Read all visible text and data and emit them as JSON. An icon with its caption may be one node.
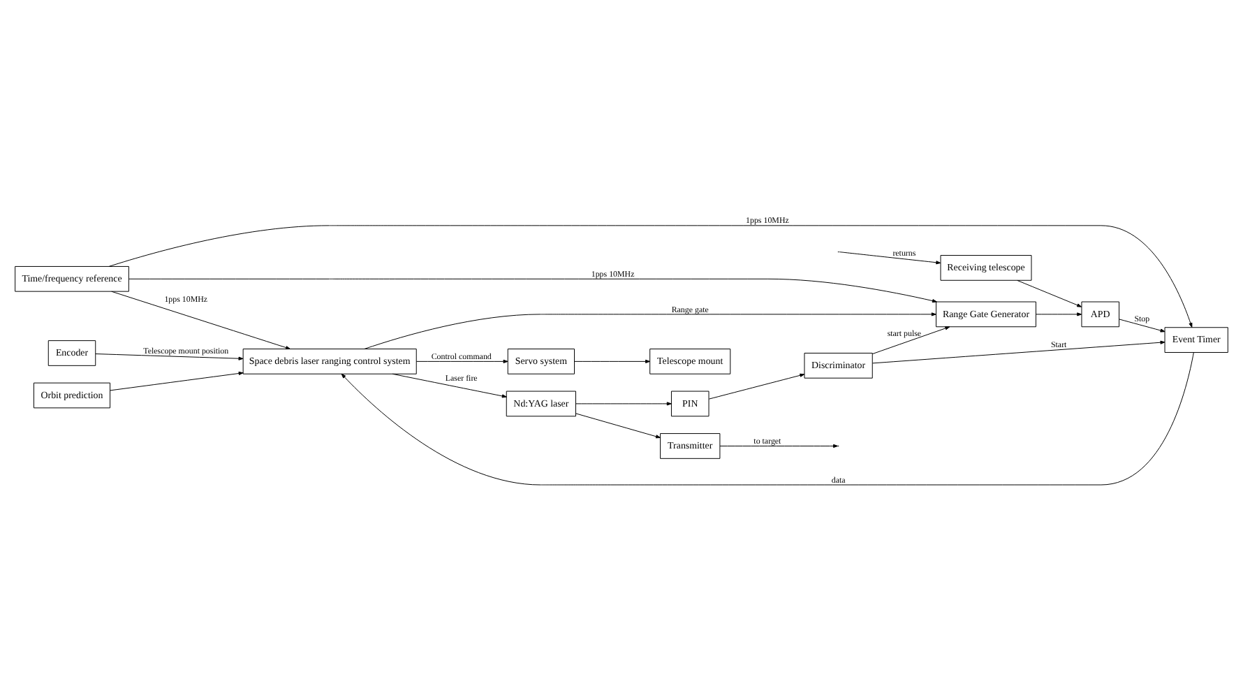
{
  "diagram": {
    "nodes": [
      {
        "text": [
          "Orbit prediction"
        ]
      },
      {
        "text": [
          "Space debris laser ranging control system"
        ]
      },
      {
        "text": [
          "Servo system"
        ]
      },
      {
        "text": [
          "Telescope mount"
        ]
      },
      {
        "text": [
          "Encoder"
        ]
      },
      {
        "text": [
          "Nd:YAG laser"
        ]
      },
      {
        "text": [
          "Transmitter"
        ]
      },
      {
        "text": [
          "PIN"
        ]
      },
      {
        "text": [
          "Discriminator"
        ]
      },
      {
        "text": [
          "Event Timer"
        ]
      },
      {
        "text": [
          "APD"
        ]
      },
      {
        "text": [
          "Receiving telescope"
        ]
      },
      {
        "text": [
          "Time/frequency reference"
        ]
      },
      {
        "text": [
          "Range Gate Generator"
        ]
      }
    ],
    "edges": [
      {
        "from": 0,
        "to": 1,
        "arrow": "to"
      },
      {
        "from": 1,
        "to": 2,
        "arrow": "to",
        "label": "Control command"
      },
      {
        "from": 2,
        "to": 3,
        "arrow": "to"
      },
      {
        "from": 4,
        "to": 1,
        "arrow": "to",
        "label": "Telescope mount position"
      },
      {
        "from": 1,
        "to": 5,
        "arrow": "to",
        "label": "Laser fire"
      },
      {
        "from": 5,
        "to": 6,
        "arrow": "to"
      },
      {
        "from": 5,
        "to": 7,
        "arrow": "to"
      },
      {
        "from": 6,
        "to": null,
        "arrow": "to",
        "label": "to target"
      },
      {
        "from": 7,
        "to": 8,
        "arrow": "to"
      },
      {
        "from": 8,
        "to": 9,
        "arrow": "to",
        "label": "Start"
      },
      {
        "from": 10,
        "to": 9,
        "arrow": "to",
        "label": "Stop"
      },
      {
        "from": 8,
        "to": 13,
        "arrow": "to",
        "label": "start pulse"
      },
      {
        "from": null,
        "to": 11,
        "arrow": "to",
        "label": "returns"
      },
      {
        "from": 11,
        "to": 10,
        "arrow": "to"
      },
      {
        "from": 9,
        "to": 1,
        "arrow": "to",
        "label": "data"
      },
      {
        "from": 12,
        "to": 9,
        "arrow": "to",
        "label": "1pps 10MHz"
      },
      {
        "from": 12,
        "to": 1,
        "arrow": "to",
        "label": "1pps 10MHz"
      },
      {
        "from": 12,
        "to": 13,
        "arrow": "to",
        "label": "1pps 10MHz"
      },
      {
        "from": 13,
        "to": 10,
        "arrow": "to"
      },
      {
        "from": 1,
        "to": 13,
        "arrow": "to",
        "label": "Range gate"
      }
    ]
  }
}
